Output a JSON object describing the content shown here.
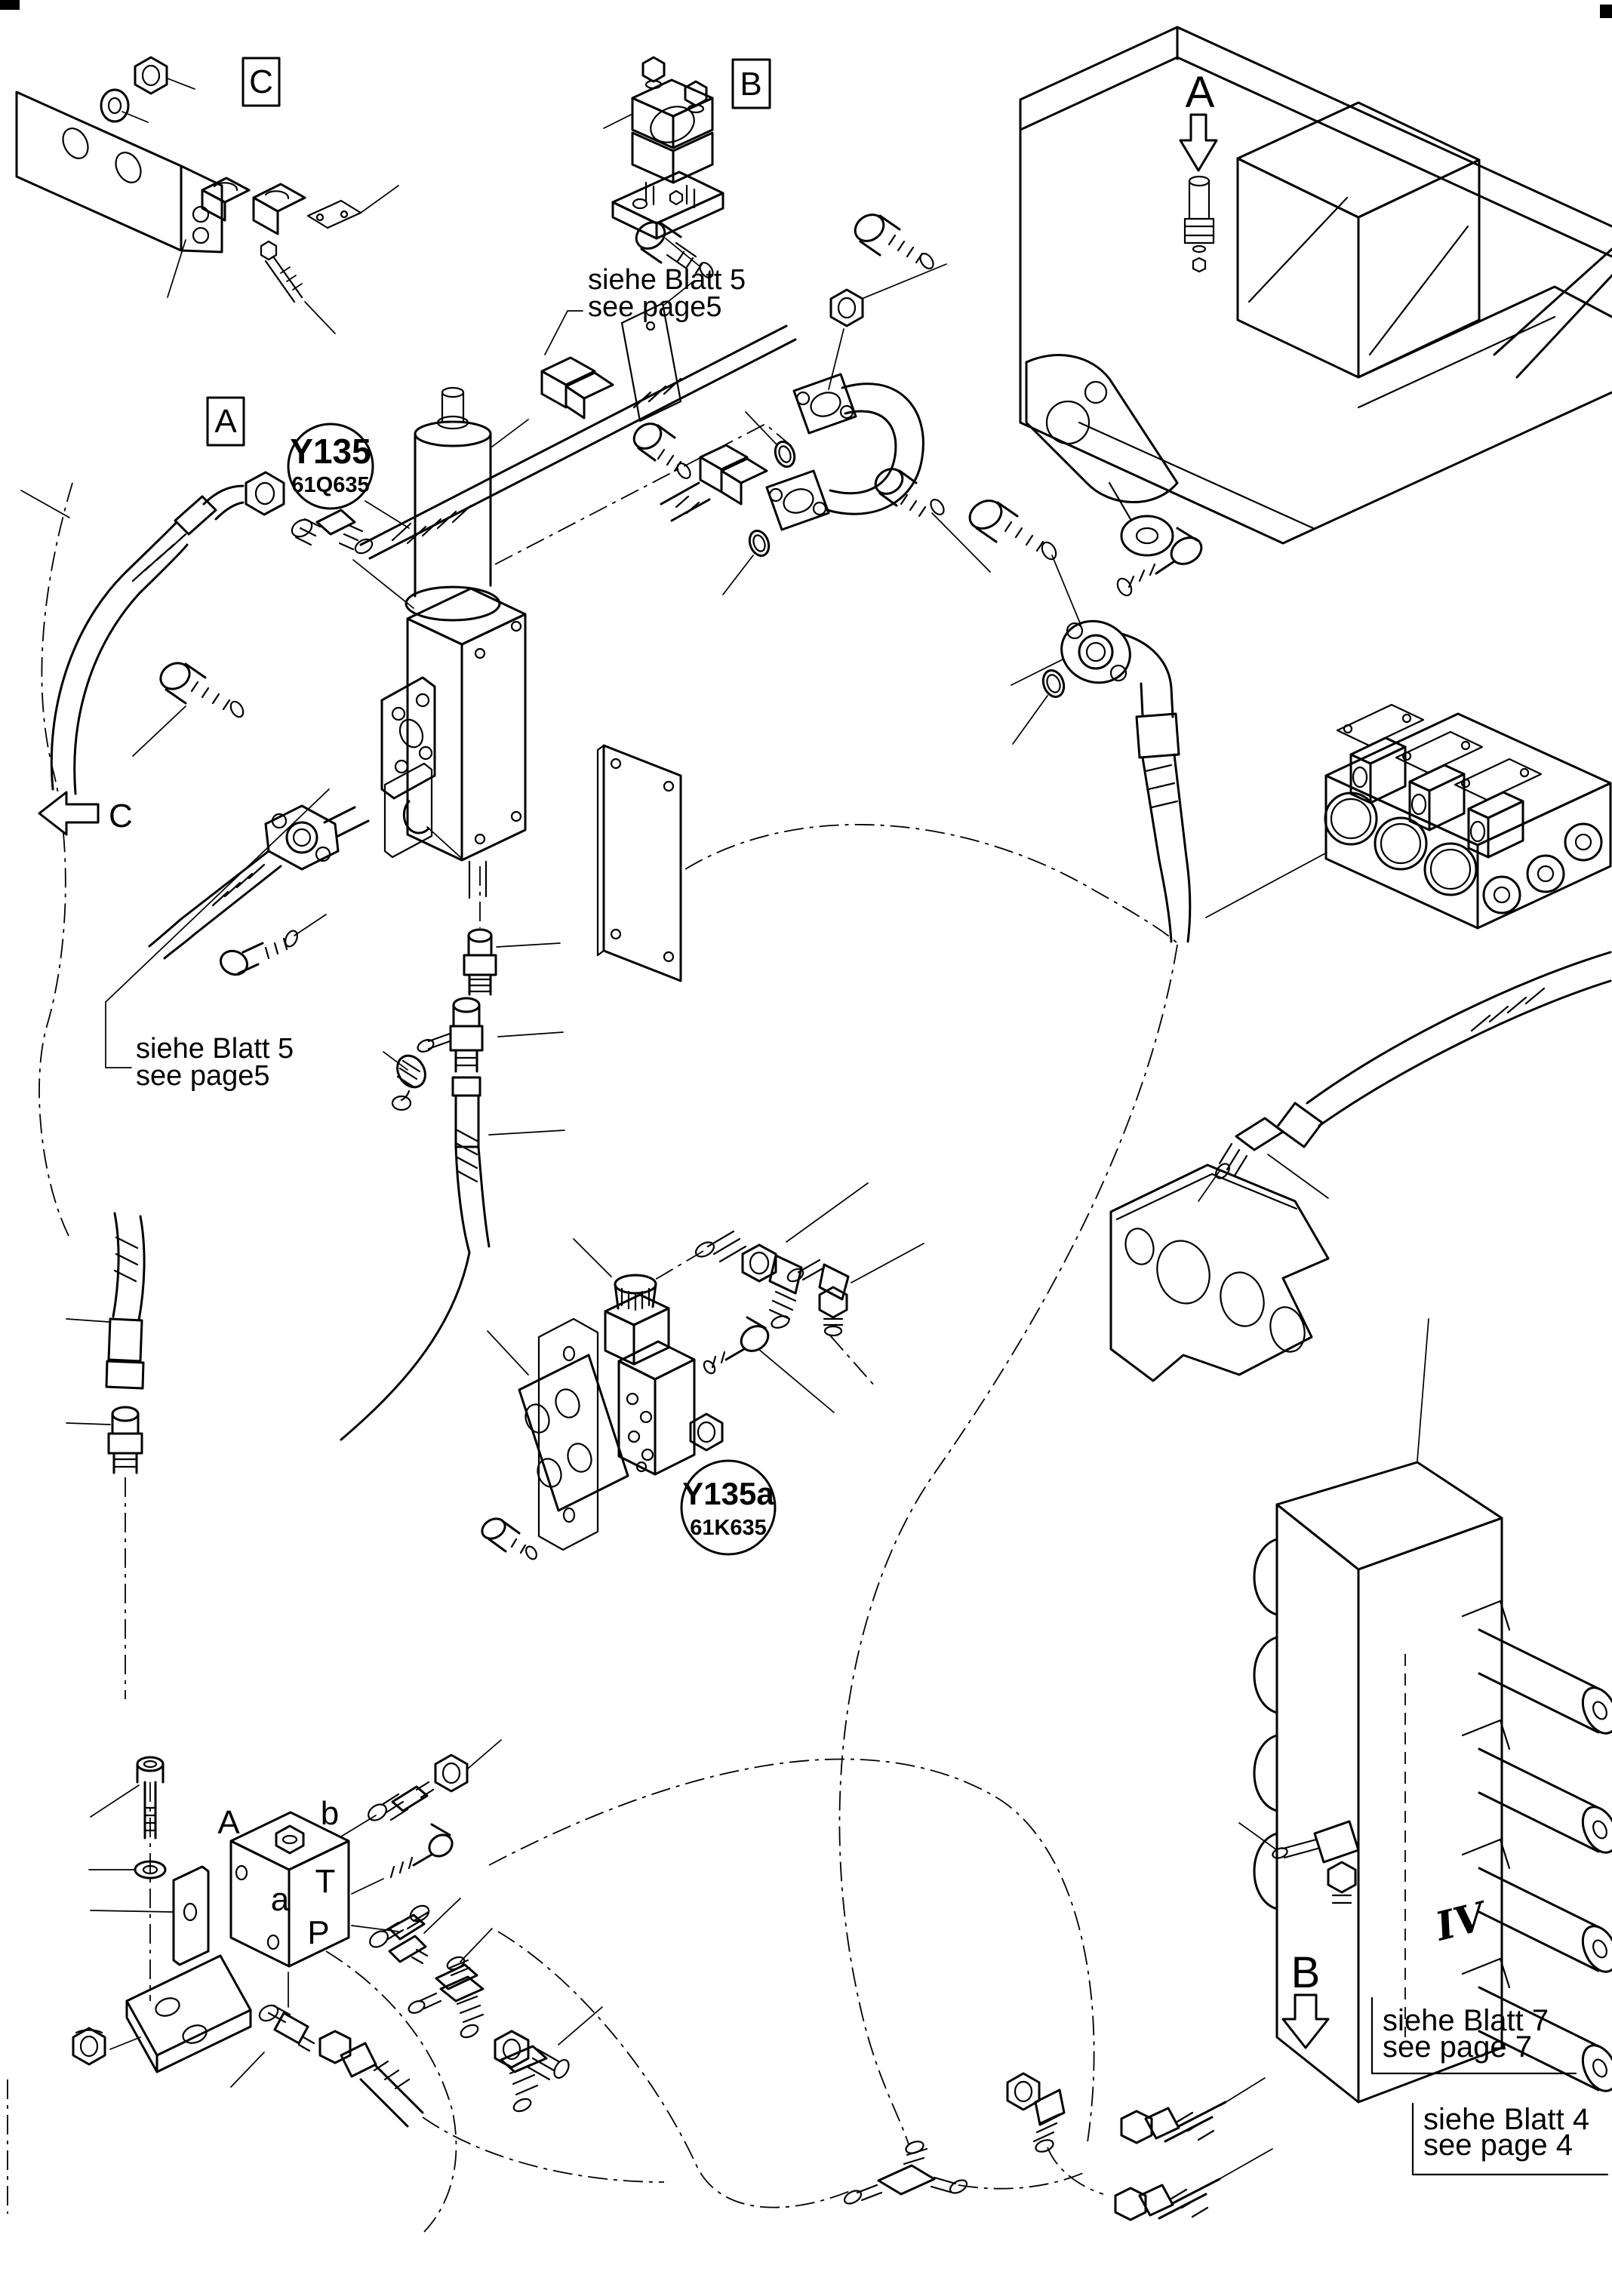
{
  "drawing": {
    "paper_color": "#ffffff",
    "ink_color": "#000000",
    "view_labels": {
      "a": "A",
      "b": "B",
      "c": "C"
    },
    "arrows": {
      "a": "A",
      "b": "B",
      "c": "C"
    },
    "balloons": {
      "y135": {
        "name": "Y135",
        "code": "61Q635"
      },
      "y135a": {
        "name": "Y135a",
        "code": "61K635"
      }
    },
    "ports": {
      "A": "A",
      "b": "b",
      "a": "a",
      "T": "T",
      "P": "P"
    },
    "section_label": "IV",
    "notes": {
      "top_page5": {
        "de": "siehe Blatt 5",
        "en": "see page5"
      },
      "left_page5": {
        "de": "siehe Blatt 5",
        "en": "see page5"
      },
      "page7": {
        "de": "siehe Blatt 7",
        "en": "see page 7"
      },
      "page4": {
        "de": "siehe Blatt 4",
        "en": "see page 4"
      }
    }
  }
}
